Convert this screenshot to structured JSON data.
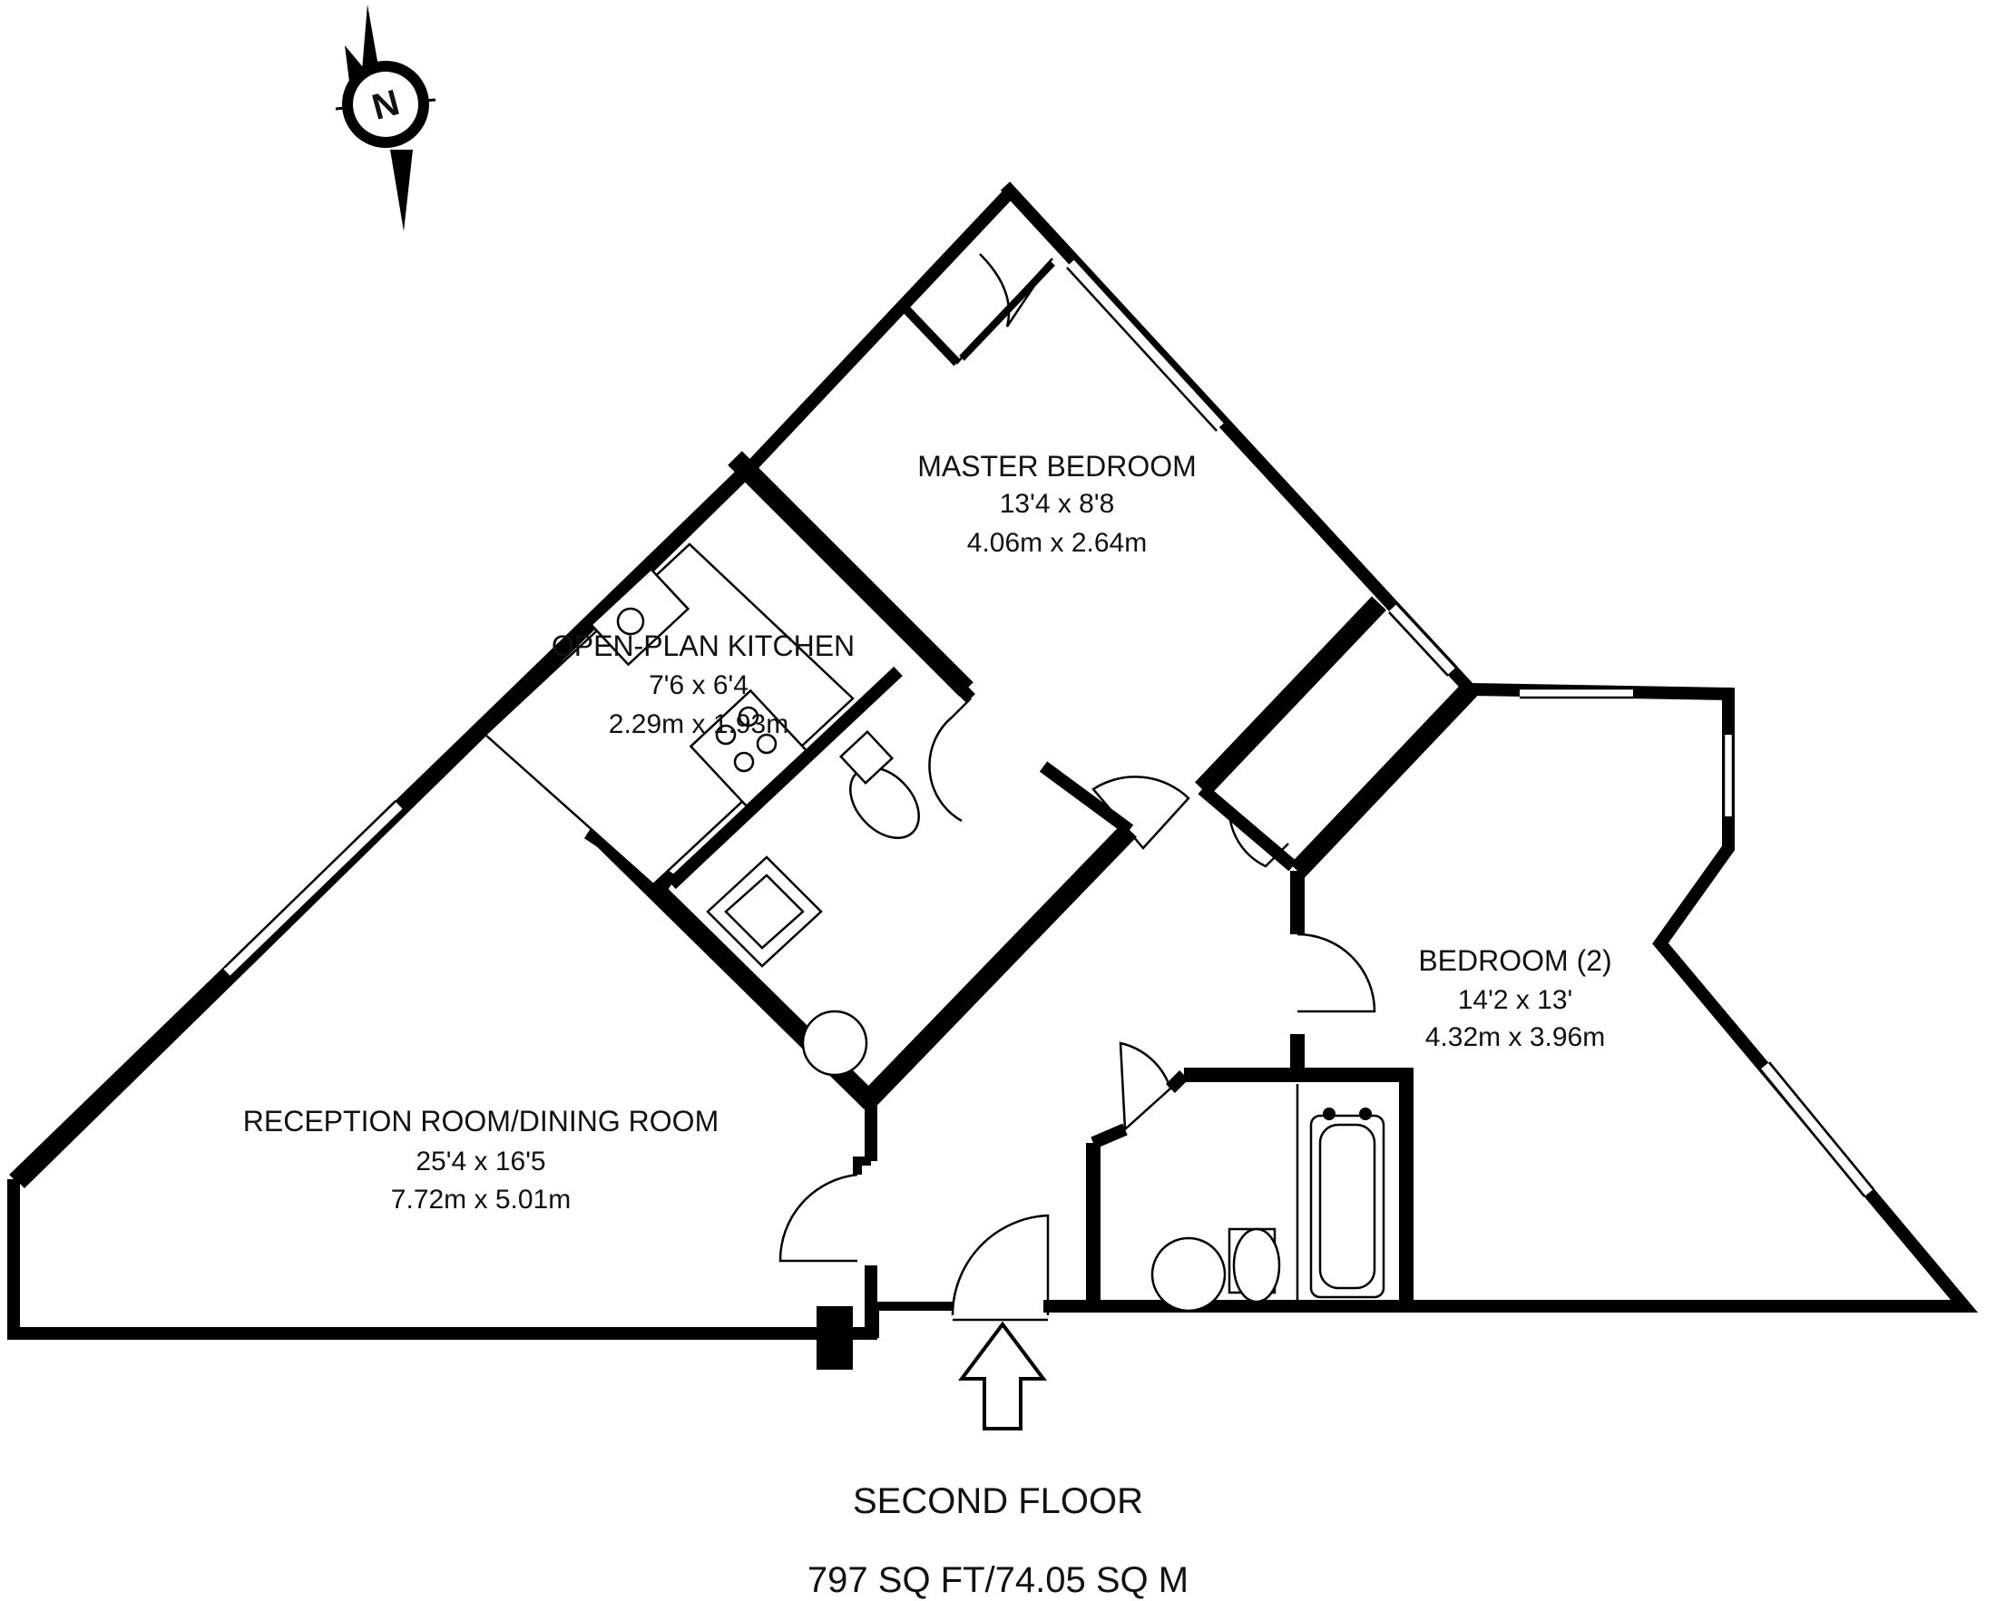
{
  "rooms": {
    "master_bedroom": {
      "name": "MASTER BEDROOM",
      "dim_imperial": "13'4 x 8'8",
      "dim_metric": "4.06m x 2.64m"
    },
    "kitchen": {
      "name": "OPEN-PLAN KITCHEN",
      "dim_imperial": "7'6 x 6'4",
      "dim_metric": "2.29m x 1.93m"
    },
    "bedroom_2": {
      "name": "BEDROOM (2)",
      "dim_imperial": "14'2 x 13'",
      "dim_metric": "4.32m x 3.96m"
    },
    "reception": {
      "name": "RECEPTION ROOM/DINING ROOM",
      "dim_imperial": "25'4 x 16'5",
      "dim_metric": "7.72m x 5.01m"
    }
  },
  "footer": {
    "floor": "SECOND FLOOR",
    "area": "797 SQ FT/74.05 SQ M"
  },
  "compass": {
    "letter": "N"
  },
  "colors": {
    "wall": "#000000",
    "background": "#ffffff",
    "text": "#111111"
  }
}
